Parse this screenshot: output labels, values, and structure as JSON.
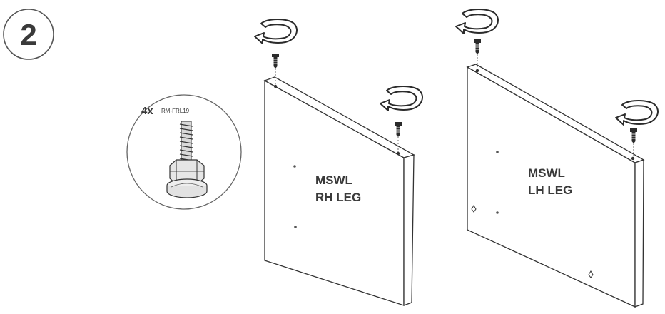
{
  "step": {
    "number": "2"
  },
  "hardware": {
    "quantity": "4x",
    "part_code": "RM-FRL19"
  },
  "panels": {
    "right": {
      "line1": "MSWL",
      "line2": "RH LEG"
    },
    "left": {
      "line1": "MSWL",
      "line2": "LH LEG"
    }
  },
  "icons": {
    "rotate": "rotate-screw-icon",
    "screw": "screw-icon",
    "leveler": "leveling-foot-icon"
  },
  "colors": {
    "line": "#2b2b2b",
    "text": "#3a3a3a",
    "background": "#ffffff"
  }
}
